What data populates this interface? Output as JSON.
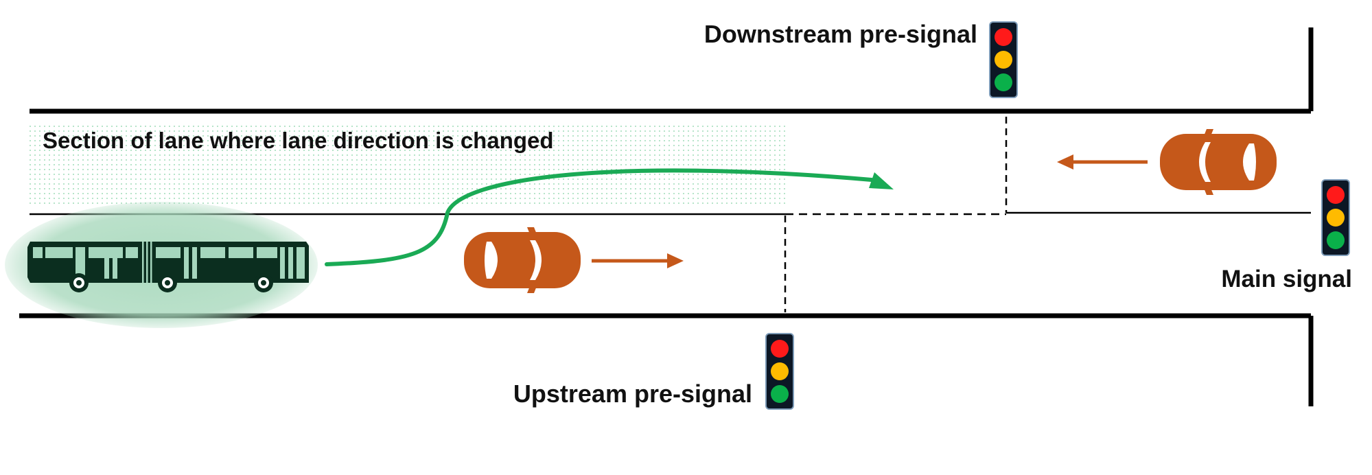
{
  "labels": {
    "downstream": "Downstream pre-signal",
    "upstream": "Upstream pre-signal",
    "main": "Main signal",
    "section": "Section of lane where lane direction is changed"
  },
  "colors": {
    "road_line": "#000000",
    "bus": "#0b2e1f",
    "bus_window": "#a5d6bd",
    "bus_halo": "#a9d9bd",
    "path": "#1aaa55",
    "car": "#c5581a",
    "signal_red": "#ff1a1a",
    "signal_amber": "#ffbb00",
    "signal_green": "#0ab04a",
    "signal_housing": "#0c1725",
    "signal_border": "#7d9bb8",
    "dots": "#1aaa55"
  },
  "icons": {
    "bus": "articulated-bus-icon",
    "car": "car-icon",
    "signal": "traffic-light-icon"
  }
}
